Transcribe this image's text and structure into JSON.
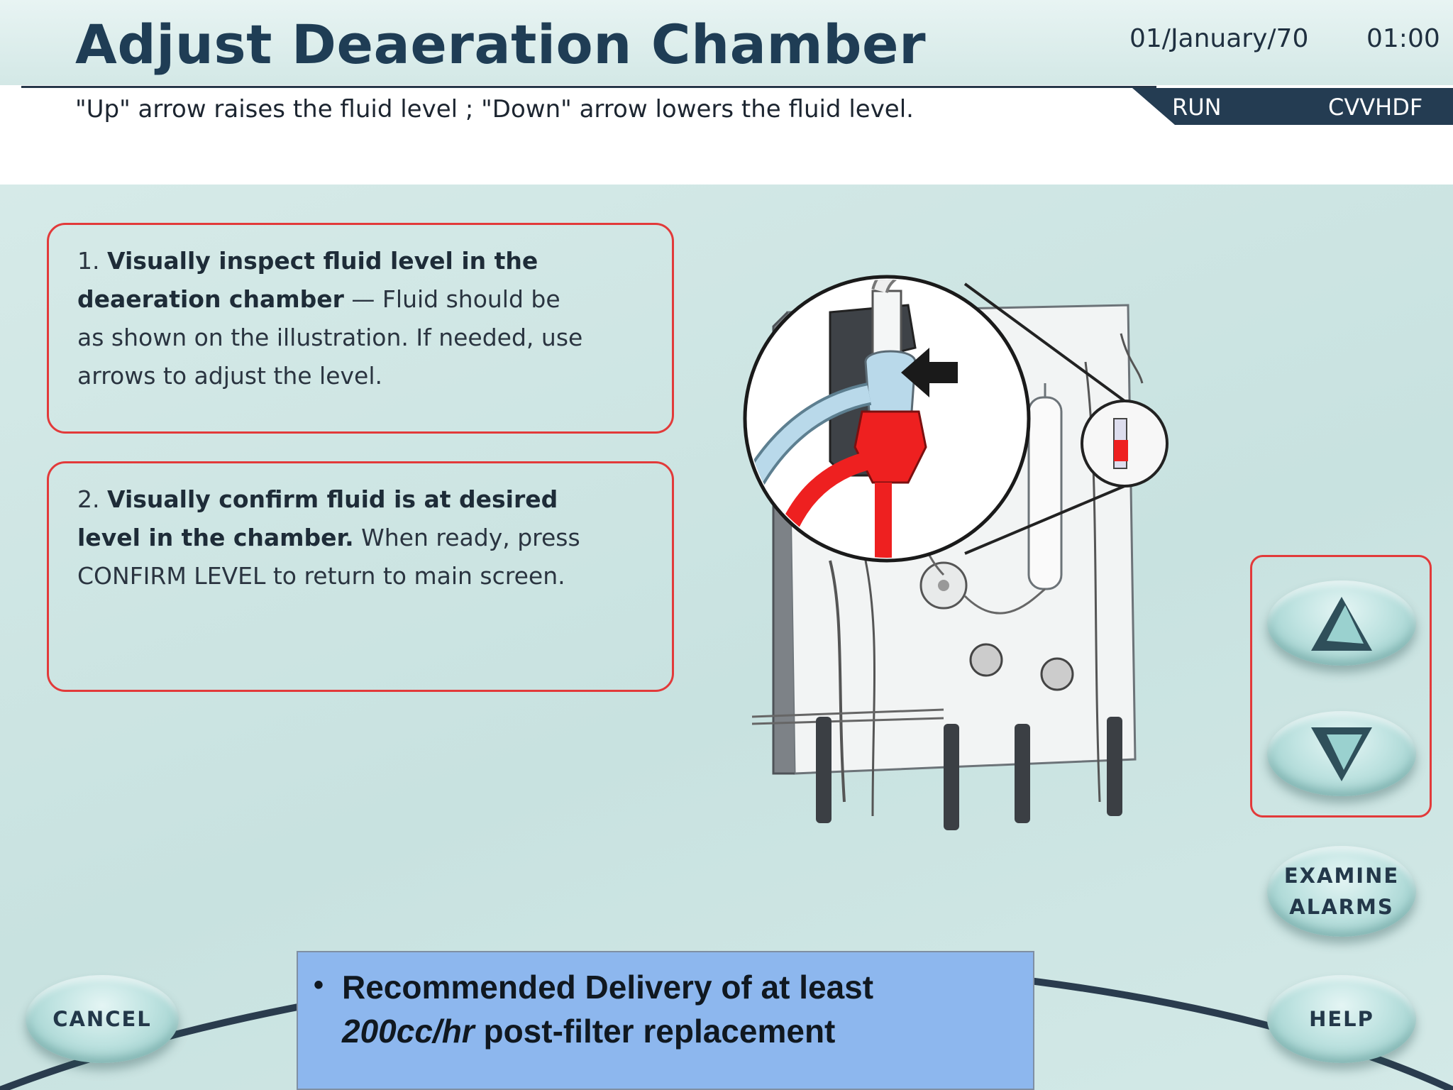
{
  "header": {
    "title": "Adjust Deaeration Chamber",
    "date": "01/January/70",
    "time": "01:00",
    "instruction": "\"Up\" arrow raises the fluid level ; \"Down\" arrow lowers the fluid level.",
    "mode": "RUN",
    "therapy": "CVVHDF"
  },
  "steps": [
    {
      "number": "1.",
      "bold": "Visually inspect fluid level in the deaeration chamber",
      "rest": " — Fluid should be as shown on the illustration. If needed, use arrows to adjust the level."
    },
    {
      "number": "2.",
      "bold": "Visually confirm fluid is at desired level in the chamber.",
      "rest": " When ready, press CONFIRM LEVEL to return to main screen."
    }
  ],
  "buttons": {
    "up_icon": "up-arrow-icon",
    "down_icon": "down-arrow-icon",
    "examine_alarms": "EXAMINE\nALARMS",
    "cancel": "CANCEL",
    "help": "HELP"
  },
  "callout": {
    "bullet": "•",
    "text_italic": "200cc/hr",
    "text_pre": "Recommended Delivery of at least ",
    "text_post": " post-filter replacement"
  },
  "colors": {
    "accent_red": "#e23a3a",
    "status_bar": "#243c52",
    "callout_bg": "#8db7ee",
    "blood_red": "#ee2020",
    "fluid_blue": "#b9d9ea"
  }
}
